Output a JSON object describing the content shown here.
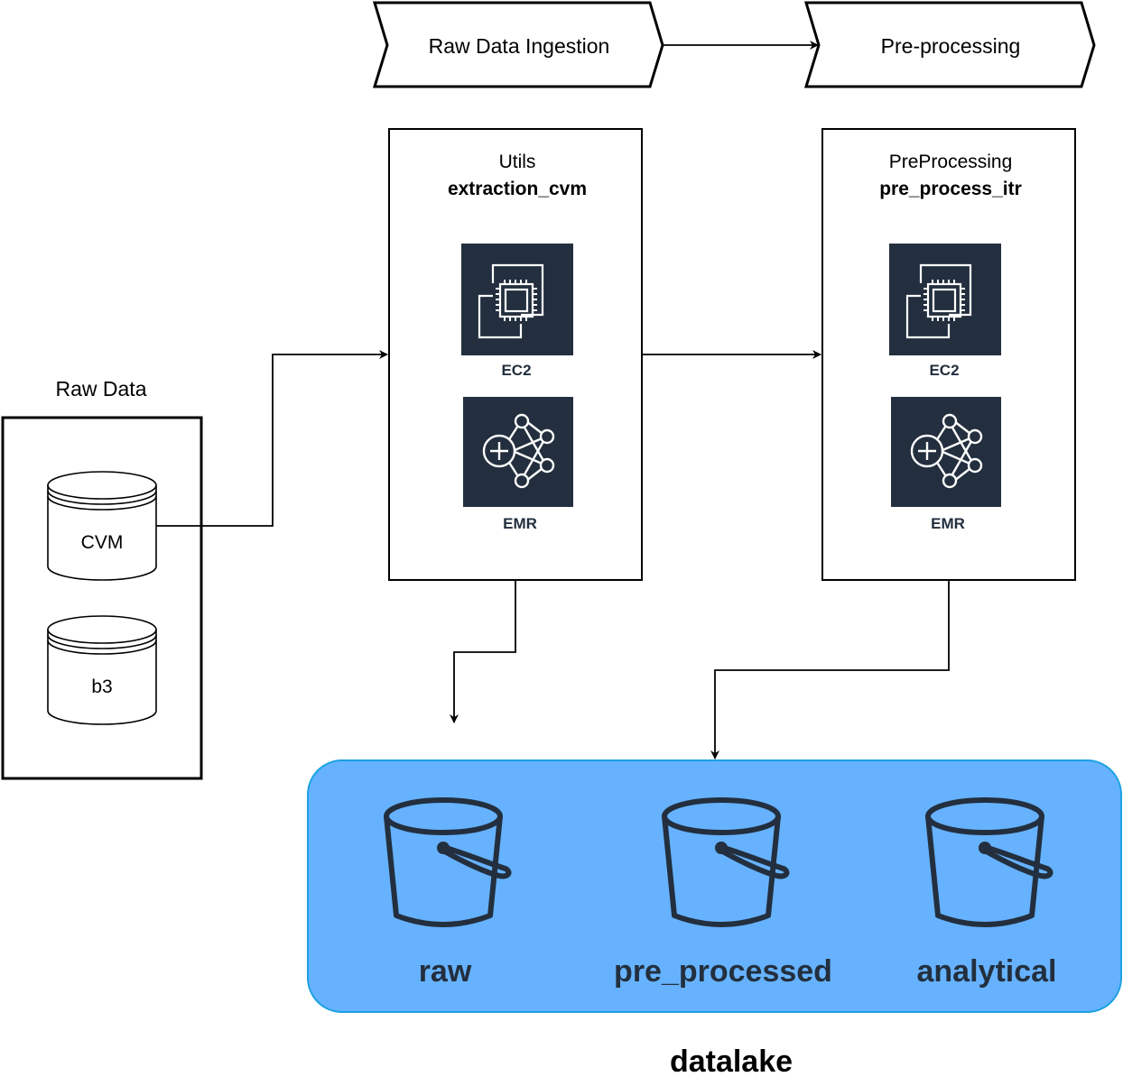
{
  "stages": [
    {
      "label": "Raw Data Ingestion"
    },
    {
      "label": "Pre-processing"
    }
  ],
  "sources": {
    "title": "Raw Data",
    "items": [
      {
        "label": "CVM"
      },
      {
        "label": "b3"
      }
    ]
  },
  "processes": [
    {
      "module": "Utils",
      "function": "extraction_cvm",
      "services": [
        "EC2",
        "EMR"
      ]
    },
    {
      "module": "PreProcessing",
      "function": "pre_process_itr",
      "services": [
        "EC2",
        "EMR"
      ]
    }
  ],
  "datalake": {
    "title": "datalake",
    "fill_color": "#66B2FF",
    "border_color": "#1BA1E2",
    "buckets": [
      {
        "label": "raw"
      },
      {
        "label": "pre_processed"
      },
      {
        "label": "analytical"
      }
    ]
  },
  "colors": {
    "aws_icon_bg": "#232F3E",
    "aws_label": "#232F3E",
    "stroke": "#000000"
  },
  "icons": {
    "ec2": "ec2-chip-icon",
    "emr": "emr-cluster-icon",
    "bucket": "s3-bucket-icon",
    "database": "database-cylinder-icon"
  }
}
